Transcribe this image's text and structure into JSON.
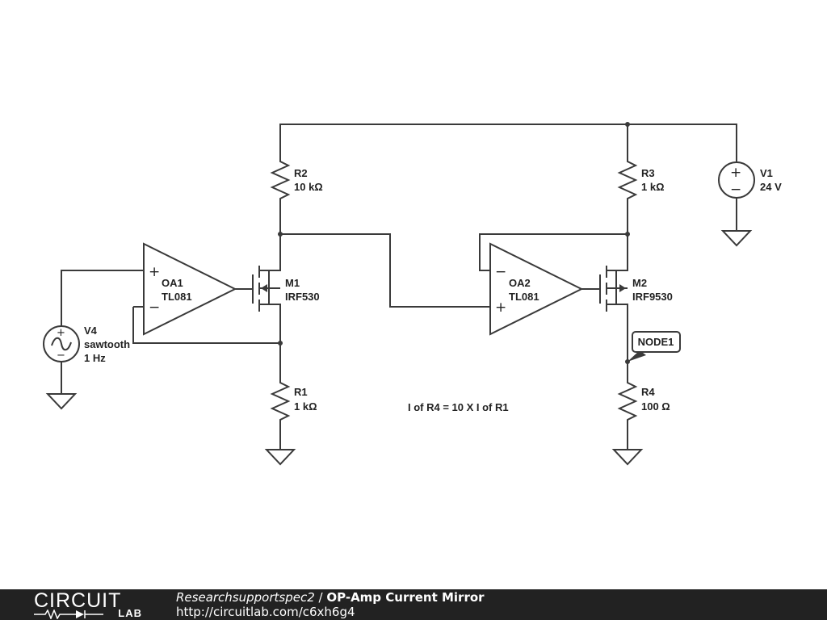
{
  "components": {
    "v4": {
      "name": "V4",
      "value1": "sawtooth",
      "value2": "1 Hz"
    },
    "oa1": {
      "name": "OA1",
      "value": "TL081"
    },
    "m1": {
      "name": "M1",
      "value": "IRF530"
    },
    "r2": {
      "name": "R2",
      "value": "10 kΩ"
    },
    "r1": {
      "name": "R1",
      "value": "1 kΩ"
    },
    "oa2": {
      "name": "OA2",
      "value": "TL081"
    },
    "m2": {
      "name": "M2",
      "value": "IRF9530"
    },
    "r3": {
      "name": "R3",
      "value": "1 kΩ"
    },
    "r4": {
      "name": "R4",
      "value": "100 Ω"
    },
    "v1": {
      "name": "V1",
      "value": "24 V"
    }
  },
  "node_label": "NODE1",
  "annotation": "I of R4 = 10 X I of R1",
  "signs": {
    "plus": "+",
    "minus": "−"
  },
  "footer": {
    "logo_top": "CIRCUIT",
    "logo_bottom": "LAB",
    "user": "Researchsupportspec2",
    "separator": " / ",
    "title": "OP-Amp Current Mirror",
    "url": "http://circuitlab.com/c6xh6g4"
  }
}
